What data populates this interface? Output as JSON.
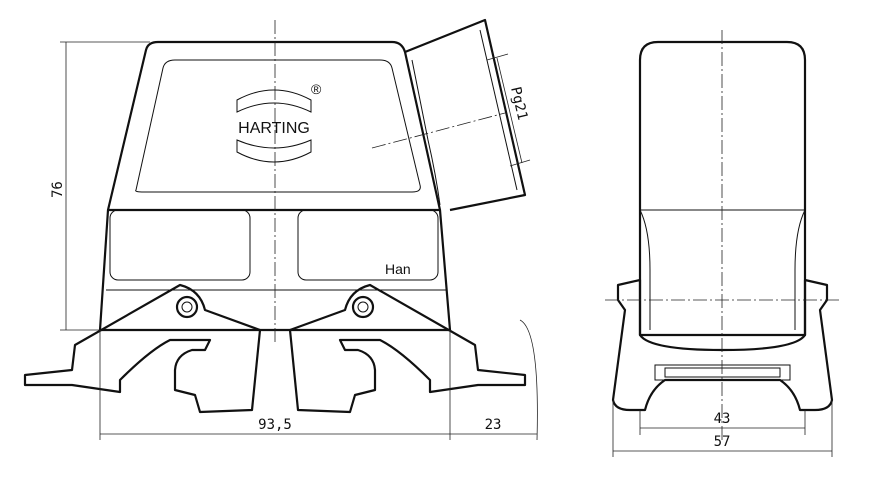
{
  "drawing": {
    "logo_text": "HARTING",
    "registered_mark": "®",
    "product_label": "Han",
    "thread_label": "Pg21",
    "dimensions": {
      "height": "76",
      "width": "93,5",
      "latch_extension": "23",
      "side_inner_width": "43",
      "side_outer_width": "57"
    }
  }
}
